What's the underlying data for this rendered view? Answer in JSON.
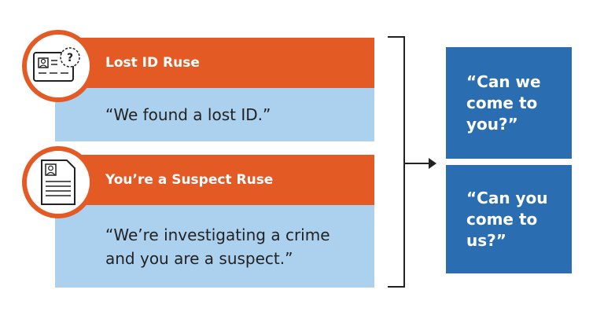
{
  "ruses": [
    {
      "title": "Lost ID Ruse",
      "quote": "“We found a lost ID.”",
      "icon": "id-card-question-icon"
    },
    {
      "title": "You’re a Suspect Ruse",
      "quote": "“We’re investigating a crime and you are a suspect.”",
      "icon": "document-profile-icon"
    }
  ],
  "outcomes": [
    {
      "text": "“Can we come to you?”"
    },
    {
      "text": "“Can you come to us?”"
    }
  ],
  "colors": {
    "orange": "#e35a25",
    "light_blue": "#acd1ee",
    "dark_blue": "#2b6db1"
  }
}
